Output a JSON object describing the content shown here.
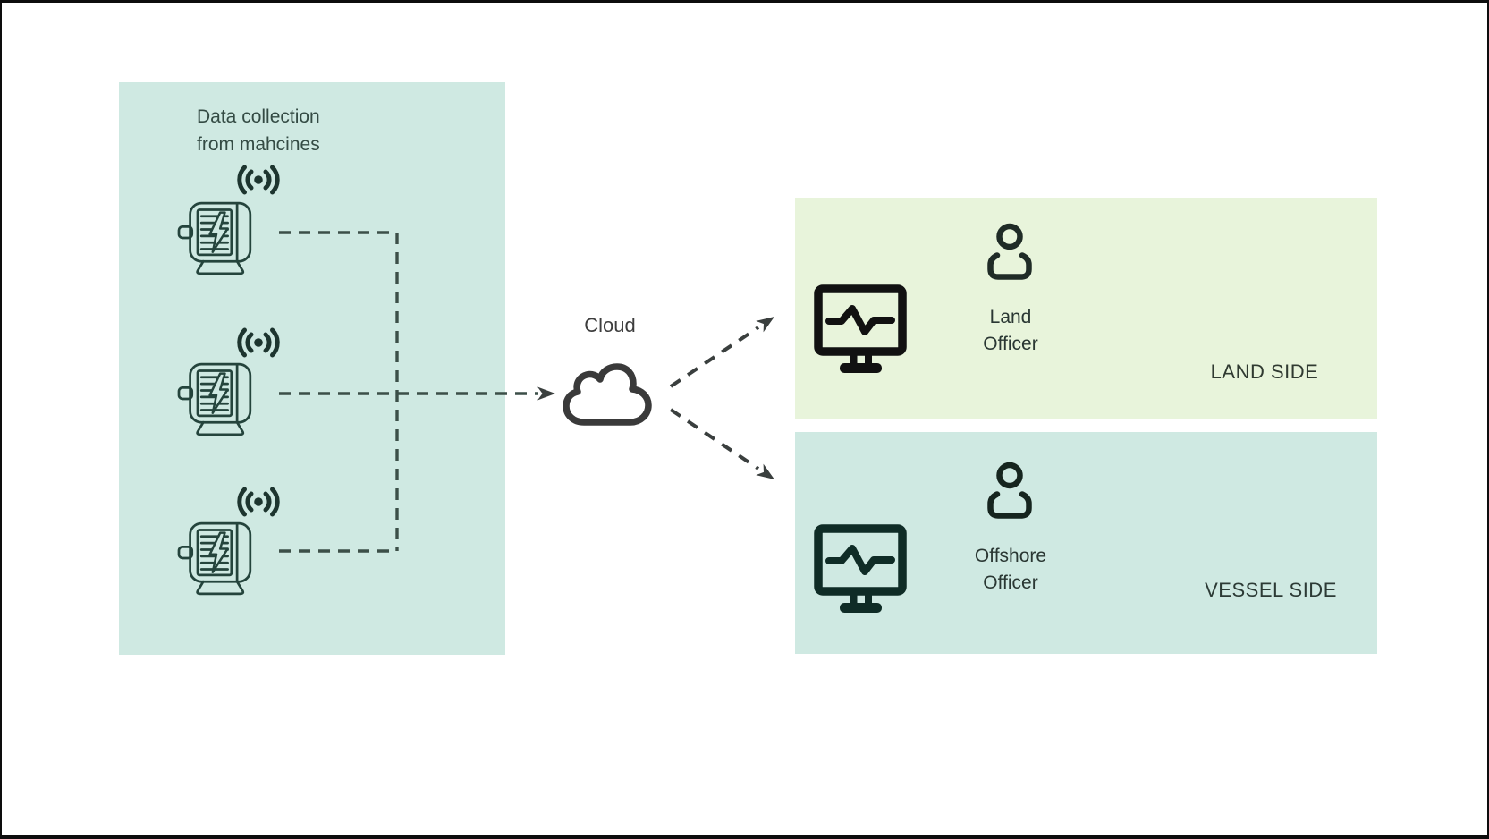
{
  "diagram": {
    "source_panel": {
      "title": "Data collection\nfrom mahcines",
      "panel_color": "#cfe9e2",
      "machine_count": 3,
      "machine_icon": "electric-motor-icon",
      "signal_icon": "wireless-signal-icon"
    },
    "cloud": {
      "label": "Cloud",
      "icon": "cloud-icon"
    },
    "land_side": {
      "panel_color": "#e8f4db",
      "officer_label": "Land\nOfficer",
      "side_label": "LAND SIDE",
      "icons": [
        "monitor-pulse-icon",
        "person-icon"
      ]
    },
    "vessel_side": {
      "panel_color": "#cfe9e2",
      "officer_label": "Offshore\nOfficer",
      "side_label": "VESSEL SIDE",
      "icons": [
        "monitor-pulse-icon",
        "person-icon"
      ]
    },
    "colors": {
      "connector_dash": "#3c4f48",
      "arrow": "#3a3f3e",
      "motor_stroke": "#24443c",
      "monitor_land": "#111111",
      "monitor_vessel": "#0f2c26",
      "frame_border": "#0d0d0d"
    }
  }
}
